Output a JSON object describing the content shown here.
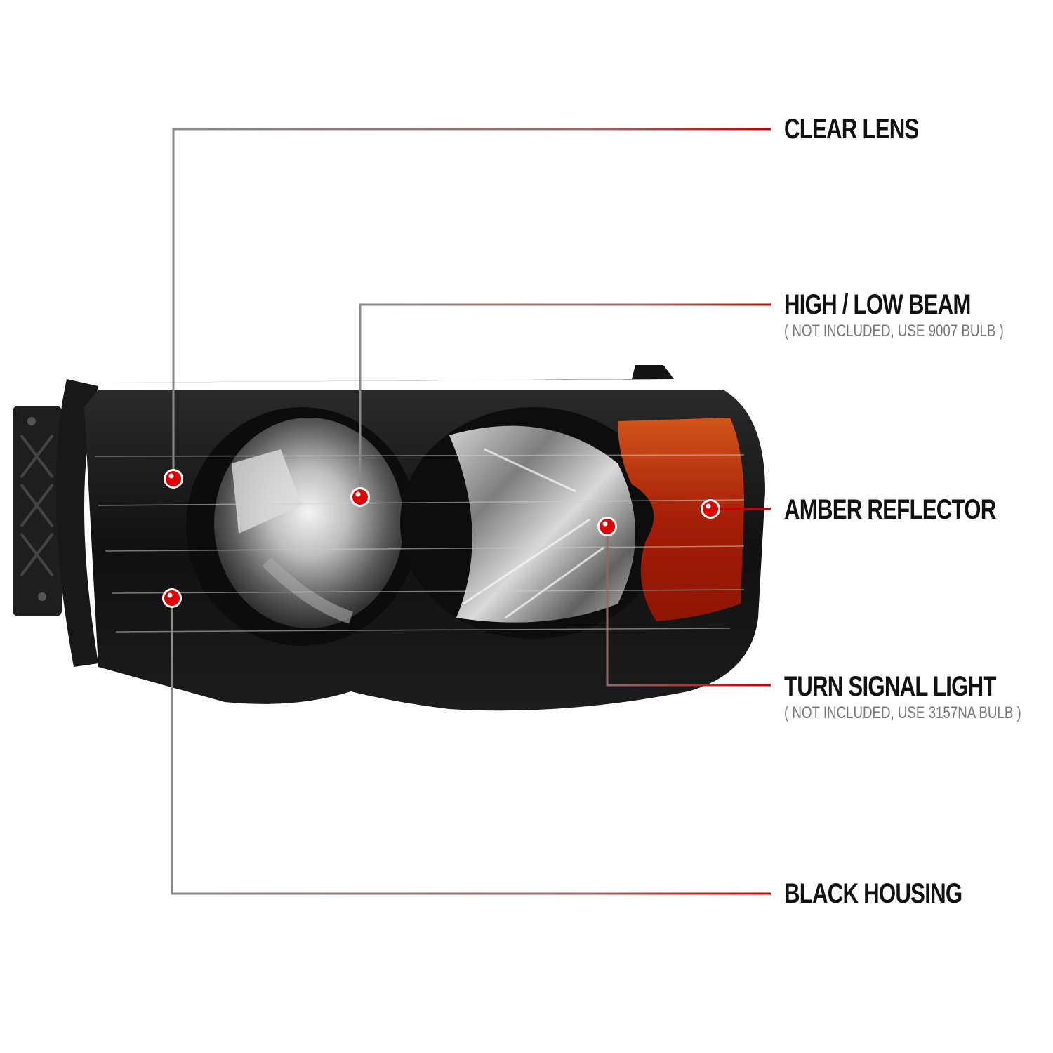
{
  "colors": {
    "background": "#ffffff",
    "housing": "#141414",
    "callout_line_start": "#8a8a8a",
    "callout_line_end": "#cc0000",
    "dot_fill": "#e00000",
    "dot_ring": "#ffffff",
    "amber": "#c8400a",
    "label_text": "#111111",
    "sublabel_text": "#777777"
  },
  "callouts": [
    {
      "id": "clear-lens",
      "label": "CLEAR LENS",
      "sublabel": ""
    },
    {
      "id": "high-low-beam",
      "label": "HIGH / LOW BEAM",
      "sublabel": "( NOT INCLUDED, USE  9007  BULB )"
    },
    {
      "id": "amber-reflector",
      "label": "AMBER REFLECTOR",
      "sublabel": ""
    },
    {
      "id": "turn-signal-light",
      "label": "TURN SIGNAL LIGHT",
      "sublabel": "( NOT INCLUDED, USE  3157NA  BULB )"
    },
    {
      "id": "black-housing",
      "label": "BLACK HOUSING",
      "sublabel": ""
    }
  ],
  "product": {
    "icon": "headlight-assembly-icon"
  }
}
